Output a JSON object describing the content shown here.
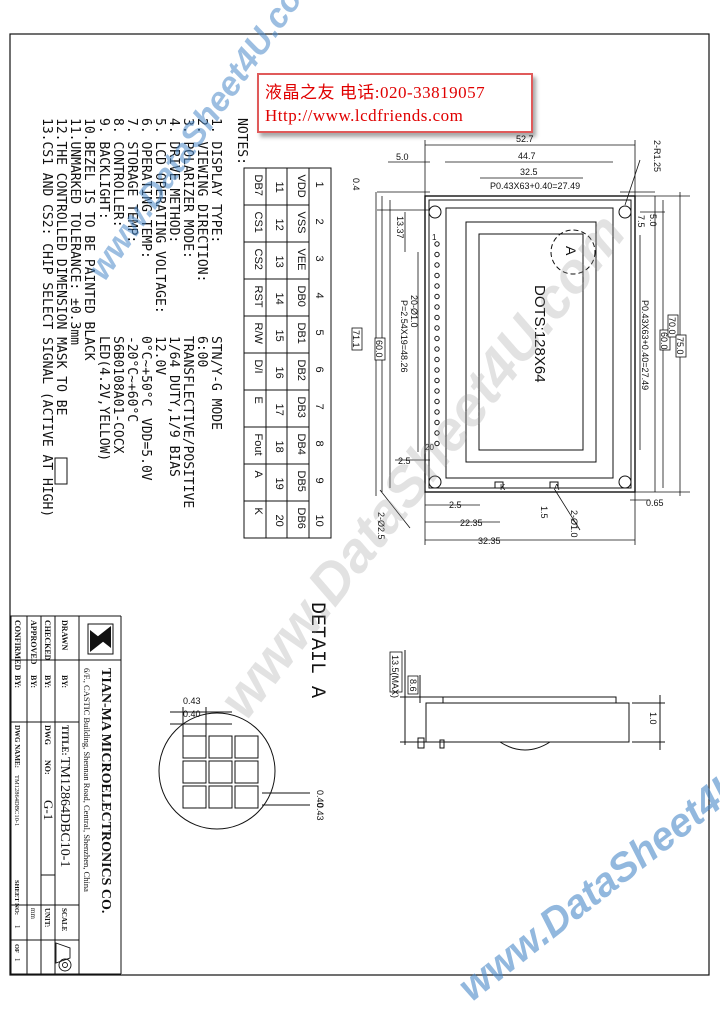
{
  "stamp": {
    "line1": "液晶之友 电话:020-33819057",
    "line2": "Http://www.lcdfriends.com"
  },
  "watermarks": [
    "www.DataSheet4U.com",
    "www.DataSheet4U.com",
    "www.DataSheet4U.com"
  ],
  "notes": {
    "heading": "NOTES:",
    "items": [
      {
        "n": "1.",
        "label": "DISPLAY TYPE:",
        "value": "STN/Y-G MODE"
      },
      {
        "n": "2.",
        "label": "VIEWING DIRECTION:",
        "value": "6:00"
      },
      {
        "n": "3.",
        "label": "POLARIZER MODE:",
        "value": "TRANSFLECTIVE/POSITIVE"
      },
      {
        "n": "4.",
        "label": "DRIVE METHOD:",
        "value": "1/64 DUTY,1/9 BIAS"
      },
      {
        "n": "5.",
        "label": "LCD OPERATING VOLTAGE:",
        "value": "12.0V"
      },
      {
        "n": "6.",
        "label": "OPERATING TEMP:",
        "value": "0°C~+50°C",
        "extra": "VDD=5.0V"
      },
      {
        "n": "7.",
        "label": "STORAGE TEMP:",
        "value": "-20°C~+60°C"
      },
      {
        "n": "8.",
        "label": "CONTROLLER:",
        "value": "S6B0108A01-COCX"
      },
      {
        "n": "9.",
        "label": "BACKLIGHT:",
        "value": "LED(4.2V,YELLOW)"
      }
    ],
    "item10": "10.BEZEL IS TO BE PAINTED BLACK",
    "item11": "11.UNMARKED TOLERANCE:  ±0.3mm",
    "item12": "12.THE CONTROLLED DIMENSION MASK TO BE",
    "item13": "13.CS1 AND CS2: CHIP SELECT SIGNAL (ACTIVE AT HIGH)"
  },
  "pin_table": {
    "rows": [
      {
        "num": "1",
        "sig": "VDD"
      },
      {
        "num": "2",
        "sig": "VSS"
      },
      {
        "num": "3",
        "sig": "VEE"
      },
      {
        "num": "4",
        "sig": "DB0"
      },
      {
        "num": "5",
        "sig": "DB1"
      },
      {
        "num": "6",
        "sig": "DB2"
      },
      {
        "num": "7",
        "sig": "DB3"
      },
      {
        "num": "8",
        "sig": "DB4"
      },
      {
        "num": "9",
        "sig": "DB5"
      },
      {
        "num": "10",
        "sig": "DB6"
      },
      {
        "num": "11",
        "sig": "DB7"
      },
      {
        "num": "12",
        "sig": "CS1"
      },
      {
        "num": "13",
        "sig": "CS2"
      },
      {
        "num": "14",
        "sig": "RST"
      },
      {
        "num": "15",
        "sig": "R/W"
      },
      {
        "num": "16",
        "sig": "D/I"
      },
      {
        "num": "17",
        "sig": "E"
      },
      {
        "num": "18",
        "sig": "Fout"
      },
      {
        "num": "19",
        "sig": "A"
      },
      {
        "num": "20",
        "sig": "K"
      }
    ]
  },
  "drawing": {
    "dots_label": "DOTS:128X64",
    "detail_title": "DETAIL  A",
    "detail_marker": "A",
    "pin_marker_20": "20",
    "pin_marker_1": "1",
    "marker_k": "K",
    "marker_a": "A",
    "dims": {
      "d527": "52.7",
      "d447": "44.7",
      "d325": "32.5",
      "d50": "5.0",
      "d04": "0.4",
      "p_horiz": "P0.43X63+0.40=27.49",
      "r125": "2-R1.25",
      "d50r": "5.0",
      "d75": "7.5",
      "d1337": "13.37",
      "holes": "20-Ø1.0",
      "pitch": "P=2.54X19=48.26",
      "p_vert": "P0.43X63+0.40=27.49",
      "d600": "60.0",
      "d700": "70.0",
      "d750": "75.0",
      "d711": "71.1",
      "d600l": "60.0",
      "d25": "2.5",
      "d25b": "2.5",
      "d2235": "22.35",
      "d3235": "32.35",
      "phi25": "2-Ø2.5",
      "d15": "1.5",
      "phi10": "2-Ø1.0",
      "d065": "0.65",
      "d135": "13.5(MAX)",
      "d86": "8.6",
      "d10": "1.0",
      "d043a": "0.43",
      "d040a": "0.40",
      "d040b": "0.40",
      "d043b": "0.43"
    }
  },
  "title_block": {
    "company": "TIAN-MA MICROELECTRONICS CO.",
    "address": "6/F., CASTIC Building, Shennan Road, Central, Shenzhen, China",
    "drawn": "DRAWN",
    "by1": "BY:",
    "checked": "CHECKED",
    "by2": "BY:",
    "approved": "APPROVED",
    "by3": "BY:",
    "confirmed": "CONFIRMED",
    "by4": "BY:",
    "title_label": "TITLE:",
    "title_value": "TM12864DBC10-1",
    "dwg_no_label": "DWG",
    "dwg_no_no": "NO:",
    "dwg_no_value": "G-1",
    "dwg_name_label": "DWG NAME:",
    "dwg_name_value": "TM12864DBC10-1",
    "scale": "SCALE",
    "unit": "UNIT:",
    "unit_value": "mm",
    "sheet": "SHEET NO:",
    "sheet_value": "1",
    "of": "OF",
    "of_value": "1"
  },
  "colors": {
    "ink": "#111111",
    "stamp_red": "#e00000",
    "watermark_blue": "#4a88c8"
  }
}
